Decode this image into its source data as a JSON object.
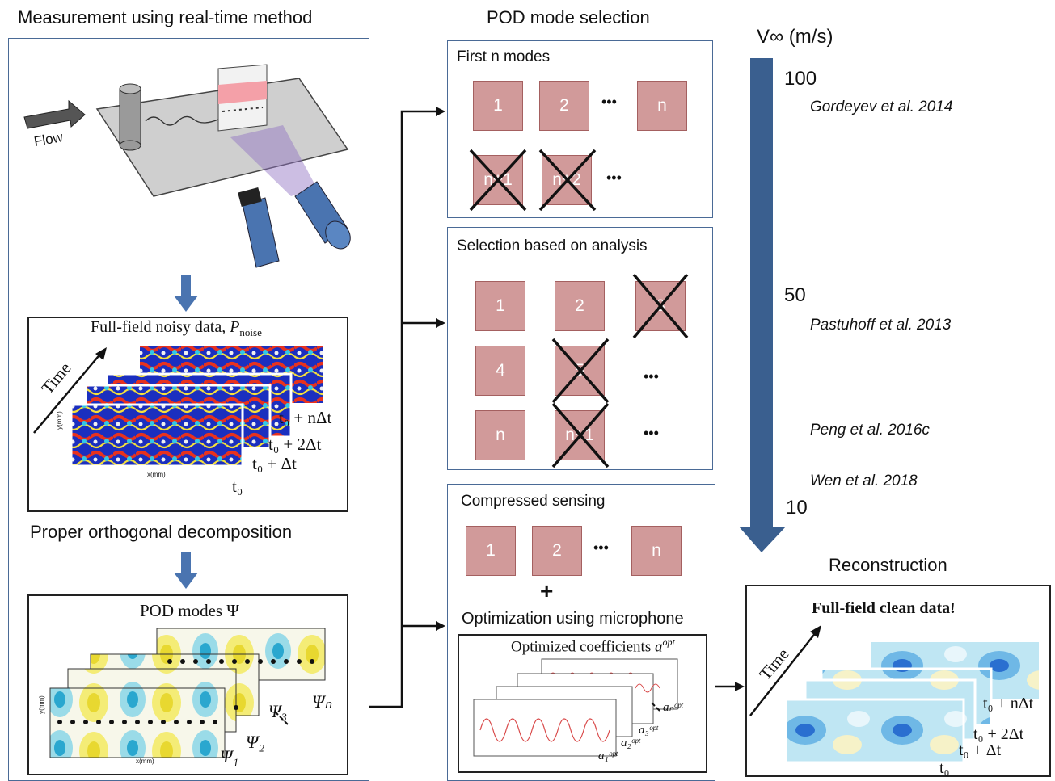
{
  "left": {
    "title": "Measurement using real-time method",
    "flow_label": "Flow",
    "noisy_title": "Full-field noisy data, ",
    "noisy_symbol": "P",
    "noisy_subscript": "noise",
    "time_label": "Time",
    "noisy_labels": [
      "t₀ + nΔt",
      "t₀ + 2Δt",
      "t₀ + Δt",
      "t₀"
    ],
    "pod_heading": "Proper orthogonal decomposition",
    "pod_title": "POD modes Ψ",
    "pod_labels": [
      "Ψₙ",
      "Ψ₃",
      "Ψ₂",
      "Ψ₁"
    ],
    "axis_x": "x(mm)",
    "axis_y": "y(mm)"
  },
  "middle": {
    "title": "POD mode selection",
    "box1": {
      "title": "First n modes",
      "row1": [
        "1",
        "2",
        "n"
      ],
      "row2": [
        "n+1",
        "n+2"
      ],
      "ellipsis": "•••"
    },
    "box2": {
      "title": "Selection based on analysis",
      "rows": [
        [
          "1",
          "2",
          "3"
        ],
        [
          "4",
          "5"
        ],
        [
          "n",
          "n+1"
        ]
      ],
      "ellipsis": "•••"
    },
    "box3": {
      "title": "Compressed sensing",
      "row": [
        "1",
        "2",
        "n"
      ],
      "plus": "+",
      "opt_title": "Optimization using microphone",
      "coef_title": "Optimized coefficients ",
      "coef_symbol": "a",
      "coef_sup": "opt",
      "coef_labels": [
        "a₁ᵒᵖᵗ",
        "a₂ᵒᵖᵗ",
        "a₃ᵒᵖᵗ",
        "aₙᵒᵖᵗ"
      ],
      "ellipsis": "•••"
    }
  },
  "right": {
    "velocity_label": "V∞  (m/s)",
    "ticks": [
      "100",
      "50",
      "10"
    ],
    "references": [
      "Gordeyev et al. 2014",
      "Pastuhoff et al. 2013",
      "Peng et al. 2016c",
      "Wen et al. 2018"
    ],
    "recon_title": "Reconstruction",
    "clean_title": "Full-field clean data!",
    "time_label": "Time",
    "clean_labels": [
      "t₀ + nΔt",
      "t₀ + 2Δt",
      "t₀ + Δt",
      "t₀"
    ]
  },
  "colors": {
    "panel_border": "#4a6a96",
    "mode_fill": "#d19a9a",
    "arrow_blue": "#3a5f8f",
    "small_arrow_blue": "#4a74b0"
  }
}
